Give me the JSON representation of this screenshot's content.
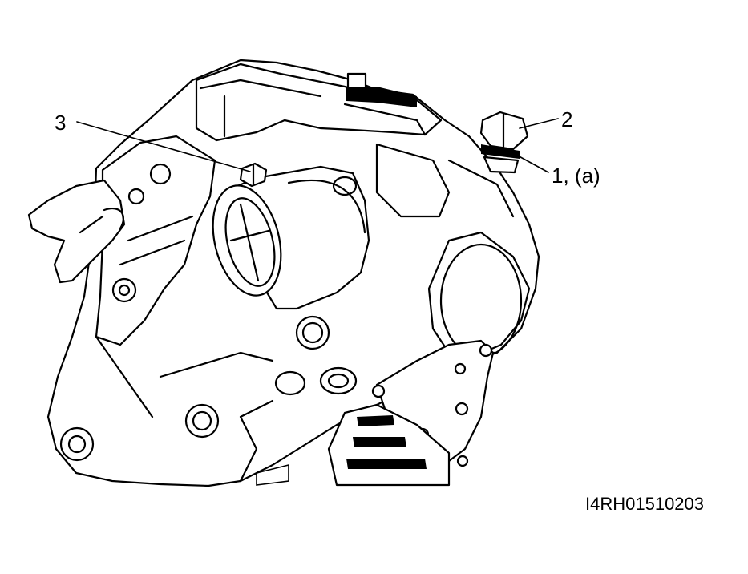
{
  "callouts": {
    "filler_plug_gasket": "1, (a)",
    "filler_plug": "2",
    "bolt": "3"
  },
  "figure_code": "I4RH01510203",
  "colors": {
    "line": "#000000",
    "background": "#ffffff"
  }
}
